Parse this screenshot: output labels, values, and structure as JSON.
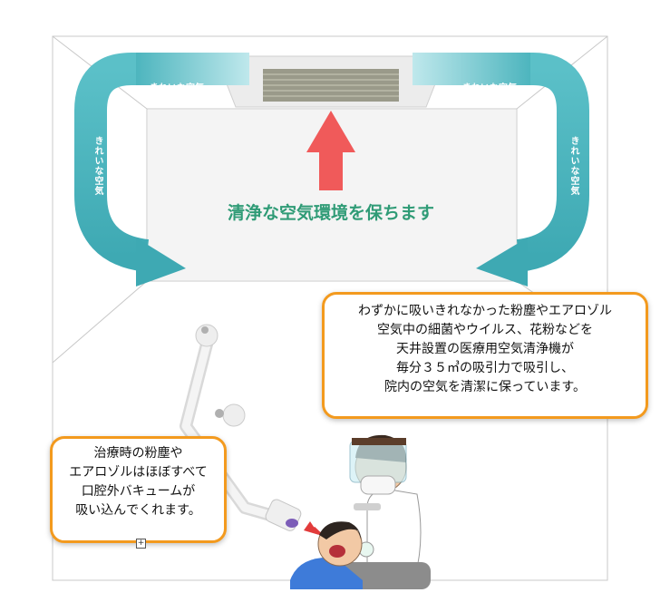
{
  "labels": {
    "clean_air_top_left": "きれいな空気",
    "clean_air_top_right": "きれいな空気",
    "clean_air_left": "きれいな空気",
    "clean_air_right": "きれいな空気"
  },
  "headline": "清浄な空気環境を保ちます",
  "main_callout": [
    "わずかに吸いきれなかった粉塵やエアロゾル",
    "空気中の細菌やウイルス、花粉などを",
    "天井設置の医療用空気清浄機が",
    "毎分３５㎥の吸引力で吸引し、",
    "院内の空気を清潔に保っています。"
  ],
  "side_callout": [
    "治療時の粉塵や",
    "エアロゾルはほぼすべて",
    "口腔外バキュームが",
    "吸い込んでくれます。"
  ],
  "expand_glyph": "+",
  "colors": {
    "accent_orange": "#f39a1e",
    "headline_green": "#2f9b76",
    "air_flow_teal": "#5bc0c8",
    "up_arrow_red": "#f05a5a"
  }
}
